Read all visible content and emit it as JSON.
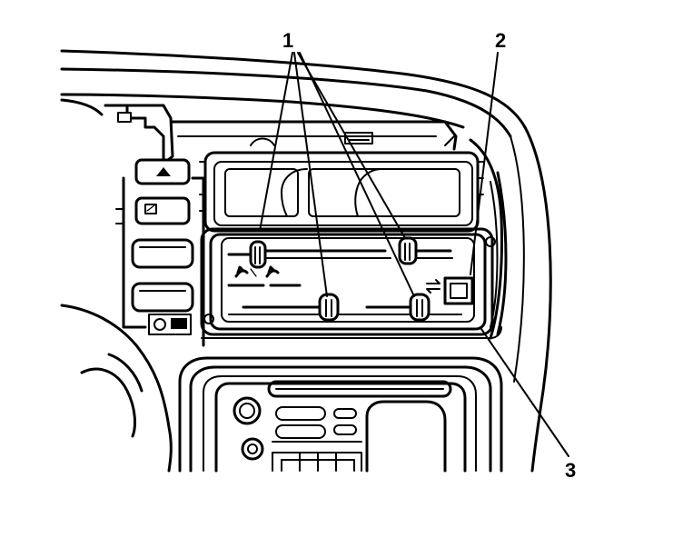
{
  "figure": {
    "callouts": [
      {
        "id": "1",
        "label": "1"
      },
      {
        "id": "2",
        "label": "2"
      },
      {
        "id": "3",
        "label": "3"
      }
    ]
  }
}
